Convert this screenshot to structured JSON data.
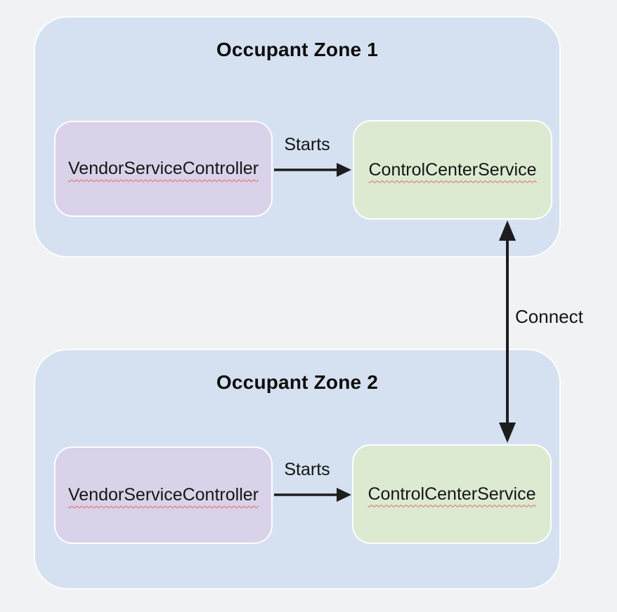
{
  "diagram": {
    "connect_label": "Connect",
    "zones": [
      {
        "title": "Occupant Zone 1",
        "vendor_label": "VendorServiceController",
        "control_label": "ControlCenterService",
        "starts_label": "Starts"
      },
      {
        "title": "Occupant Zone 2",
        "vendor_label": "VendorServiceController",
        "control_label": "ControlCenterService",
        "starts_label": "Starts"
      }
    ]
  },
  "colors": {
    "background": "#f1f2f4",
    "zone_fill": "#d5e1f0",
    "vendor_fill": "#d9d2e9",
    "control_fill": "#dcead2",
    "arrow": "#1d1d1f",
    "spellcheck_underline": "#e06a5e",
    "text": "#111111"
  }
}
